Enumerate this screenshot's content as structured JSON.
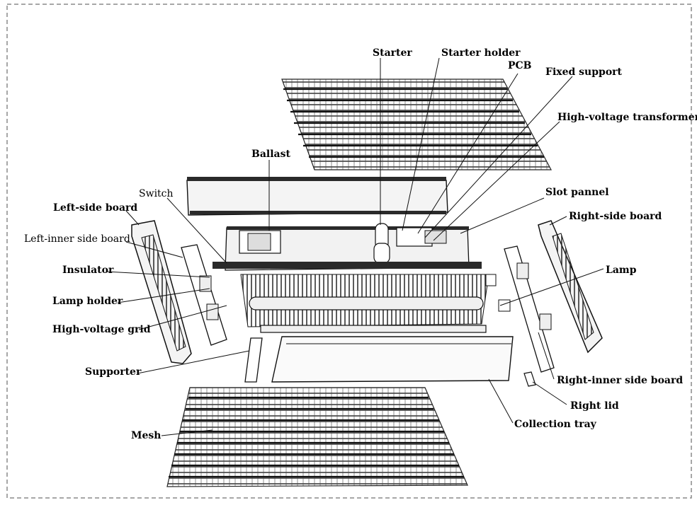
{
  "labels": {
    "starter": "Starter",
    "starter_holder": "Starter holder",
    "pcb": "PCB",
    "fixed_support": "Fixed support",
    "hv_transformer": "High-voltage transformer",
    "ballast": "Ballast",
    "switch": "Switch",
    "left_side_board": "Left-side board",
    "left_inner_side_board": "Left-inner side board",
    "insulator": "Insulator",
    "lamp_holder": "Lamp holder",
    "hv_grid": "High-voltage grid",
    "supporter": "Supporter",
    "mesh": "Mesh",
    "slot_pannel": "Slot pannel",
    "right_side_board": "Right-side board",
    "lamp": "Lamp",
    "right_inner_side_board": "Right-inner side board",
    "right_lid": "Right lid",
    "collection_tray": "Collection tray"
  },
  "colors": {
    "border": "#8a8a8a",
    "line": "#1a1a1a",
    "part_fill": "#f2f2f2",
    "dark_part": "#2a2a2a"
  }
}
